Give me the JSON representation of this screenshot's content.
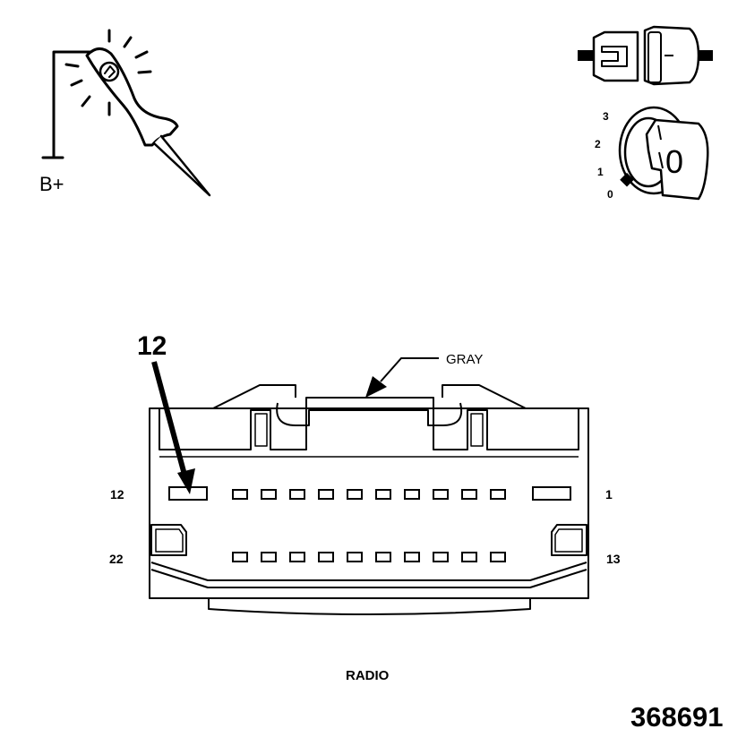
{
  "probe": {
    "label": "B+"
  },
  "ignition": {
    "positions": [
      "3",
      "2",
      "1",
      "0"
    ],
    "key_glyph": "0"
  },
  "connector": {
    "callout_pin": "12",
    "color_label": "GRAY",
    "pin_labels": {
      "top_left": "12",
      "top_right": "1",
      "bottom_left": "22",
      "bottom_right": "13"
    },
    "name": "RADIO"
  },
  "figure_id": "368691",
  "icons": [
    "test-light-probe-icon",
    "connector-disconnect-icon",
    "ignition-switch-icon"
  ]
}
